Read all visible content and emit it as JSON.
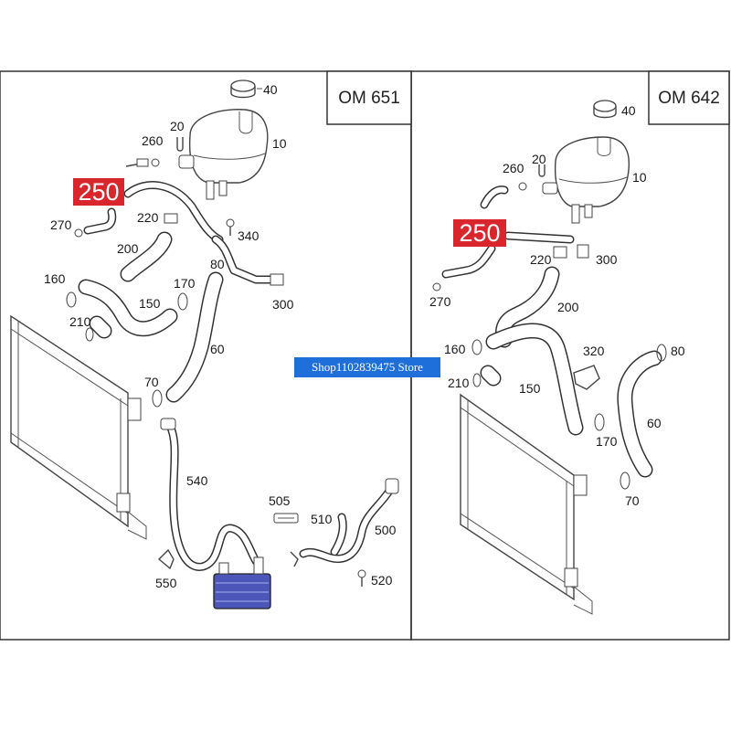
{
  "watermark": "Shop1102839475 Store",
  "panels": {
    "left": {
      "engine": "OM 651",
      "highlight": "250",
      "labels": {
        "p40": "40",
        "p20": "20",
        "p260": "260",
        "p10": "10",
        "p270": "270",
        "p220": "220",
        "p340": "340",
        "p200": "200",
        "p80": "80",
        "p160": "160",
        "p170": "170",
        "p300": "300",
        "p150": "150",
        "p210": "210",
        "p60": "60",
        "p70": "70",
        "p540": "540",
        "p505": "505",
        "p510": "510",
        "p500": "500",
        "p550": "550",
        "p520": "520"
      }
    },
    "right": {
      "engine": "OM 642",
      "highlight": "250",
      "labels": {
        "p40": "40",
        "p20": "20",
        "p260": "260",
        "p10": "10",
        "p220": "220",
        "p300": "300",
        "p270": "270",
        "p200": "200",
        "p320": "320",
        "p80": "80",
        "p160": "160",
        "p210": "210",
        "p150": "150",
        "p60": "60",
        "p170": "170",
        "p70": "70"
      }
    }
  },
  "colors": {
    "highlight_bg": "#d8262c",
    "watermark_bg": "#1e6fd9",
    "oil_cooler": "#4b56b8",
    "line": "#333333"
  }
}
